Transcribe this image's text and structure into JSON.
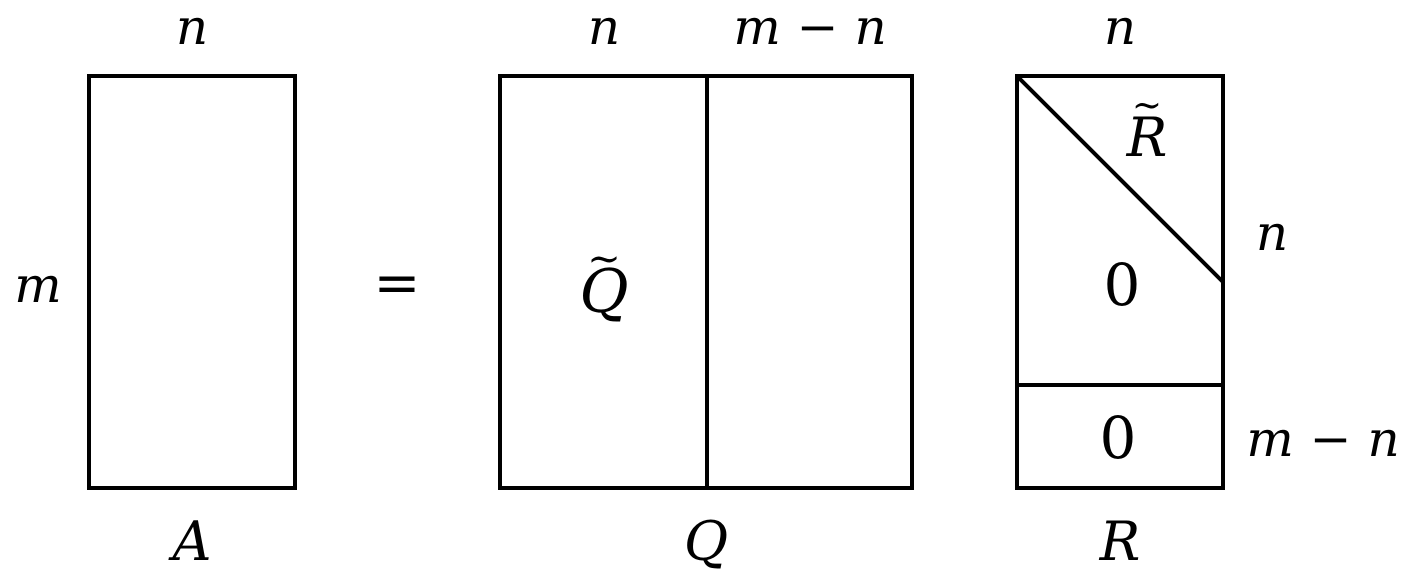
{
  "matrix_a": {
    "name": "A",
    "top": "n",
    "left": "m"
  },
  "equals": "=",
  "matrix_q": {
    "name": "Q",
    "top_left": "n",
    "top_right": "m − n",
    "block": "Q",
    "block_tilde": "~"
  },
  "matrix_r": {
    "name": "R",
    "top": "n",
    "block": "R",
    "block_tilde": "~",
    "zero_upper": "0",
    "zero_lower": "0",
    "right_upper": "n",
    "right_lower": "m − n"
  }
}
